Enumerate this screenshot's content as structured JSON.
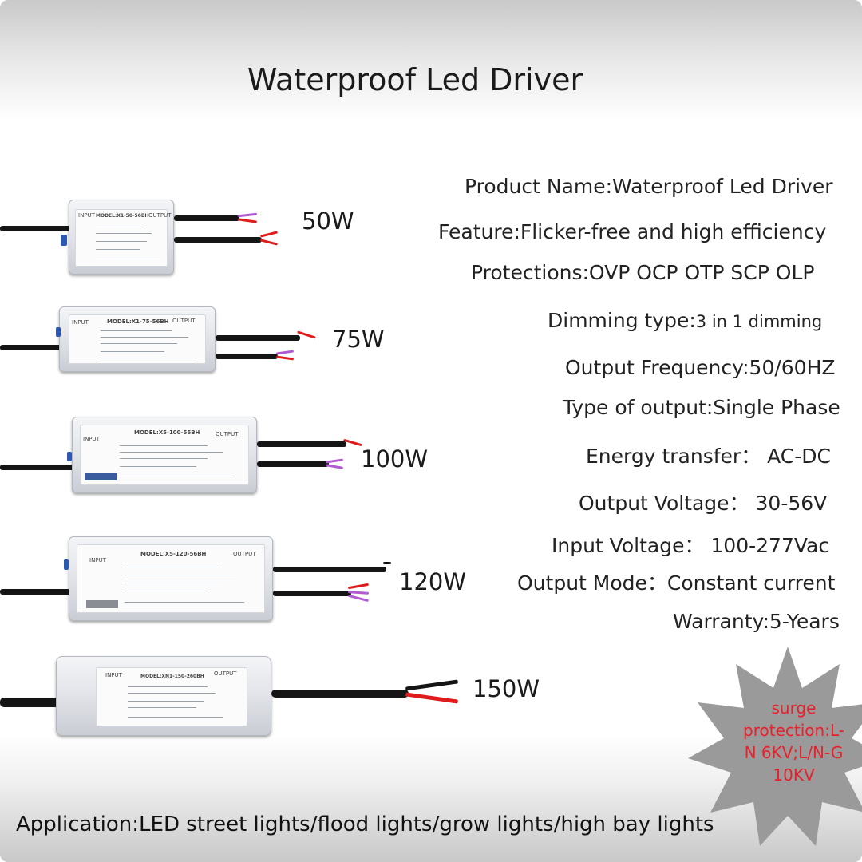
{
  "title": "Waterproof Led Driver",
  "specs": {
    "product_name": "Product Name:Waterproof Led Driver",
    "feature": "Feature:Flicker-free and high efficiency",
    "protections": "Protections:OVP OCP OTP SCP OLP",
    "dimming_label": "Dimming type:",
    "dimming_value": "3 in 1 dimming",
    "output_frequency": "Output Frequency:50/60HZ",
    "type_of_output": "Type of output:Single Phase",
    "energy_transfer": "Energy transfer： AC-DC",
    "output_voltage": "Output Voltage： 30-56V",
    "input_voltage": "Input Voltage： 100-277Vac",
    "output_mode": "Output Mode：Constant current",
    "warranty": "Warranty:5-Years"
  },
  "wattages": [
    "50W",
    "75W",
    "100W",
    "120W",
    "150W"
  ],
  "drivers": [
    {
      "model": "MODEL:X1-50-56BH",
      "input": "INPUT",
      "output": "OUTPUT"
    },
    {
      "model": "MODEL:X1-75-56BH",
      "input": "INPUT",
      "output": "OUTPUT"
    },
    {
      "model": "MODEL:X5-100-56BH",
      "input": "INPUT",
      "output": "OUTPUT"
    },
    {
      "model": "MODEL:X5-120-56BH",
      "input": "INPUT",
      "output": "OUTPUT"
    },
    {
      "model": "MODEL:XN1-150-260BH",
      "input": "INPUT",
      "output": "OUTPUT"
    }
  ],
  "surge": {
    "line1": "surge",
    "line2": "protection:L-",
    "line3": "N 6KV;L/N-G",
    "line4": "10KV"
  },
  "application": "Application:LED street lights/flood lights/grow lights/high bay lights",
  "colors": {
    "surge_text": "#e8202a",
    "burst": "#9a9a9a",
    "cable": "#151515",
    "wire_red": "#e01b1b",
    "wire_purple": "#b05ad0"
  }
}
